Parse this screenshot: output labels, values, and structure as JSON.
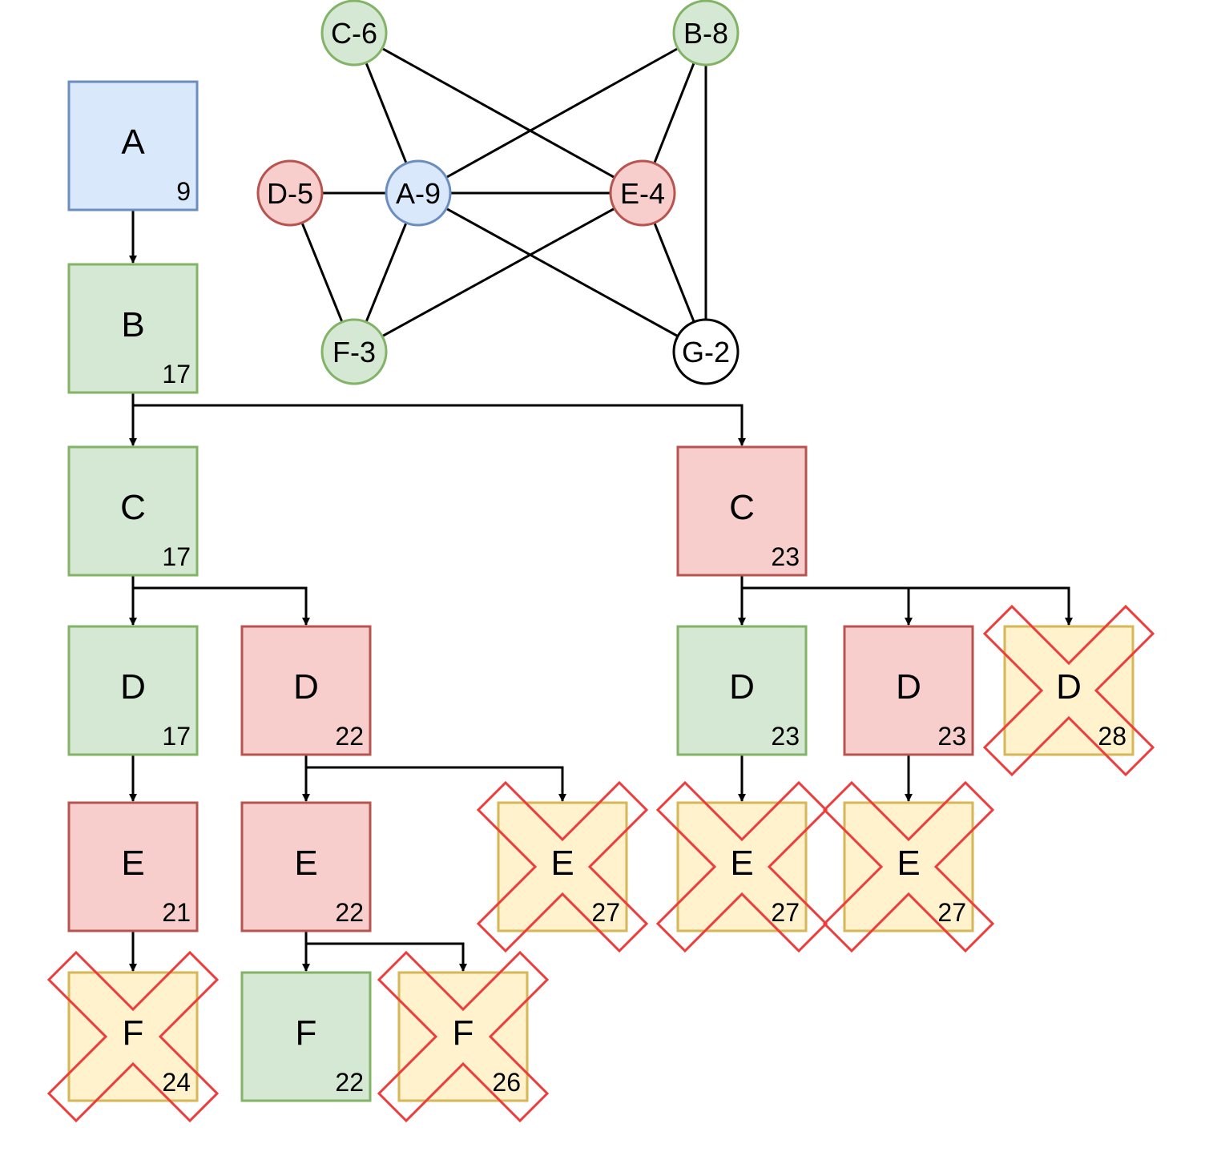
{
  "colors": {
    "blue_fill": "#dae8fc",
    "blue_stroke": "#6c8ebf",
    "green_fill": "#d5e8d4",
    "green_stroke": "#82b366",
    "red_fill": "#f8cecc",
    "red_stroke": "#b85450",
    "yellow_fill": "#fff2cc",
    "yellow_stroke": "#d6b656",
    "white_fill": "#ffffff",
    "black_stroke": "#000000",
    "cross": "#ee3b3b"
  },
  "graph": {
    "nodes": [
      {
        "id": "C6",
        "label": "C-6",
        "color": "green"
      },
      {
        "id": "B8",
        "label": "B-8",
        "color": "green"
      },
      {
        "id": "D5",
        "label": "D-5",
        "color": "red"
      },
      {
        "id": "A9",
        "label": "A-9",
        "color": "blue"
      },
      {
        "id": "E4",
        "label": "E-4",
        "color": "red"
      },
      {
        "id": "F3",
        "label": "F-3",
        "color": "green"
      },
      {
        "id": "G2",
        "label": "G-2",
        "color": "white"
      }
    ],
    "edges": [
      [
        "C6",
        "A9"
      ],
      [
        "C6",
        "E4"
      ],
      [
        "B8",
        "A9"
      ],
      [
        "B8",
        "E4"
      ],
      [
        "B8",
        "G2"
      ],
      [
        "D5",
        "A9"
      ],
      [
        "D5",
        "F3"
      ],
      [
        "A9",
        "E4"
      ],
      [
        "A9",
        "F3"
      ],
      [
        "A9",
        "G2"
      ],
      [
        "E4",
        "F3"
      ],
      [
        "E4",
        "G2"
      ]
    ]
  },
  "tree": {
    "nodes": [
      {
        "id": "A",
        "letter": "A",
        "cost": "9",
        "color": "blue",
        "pruned": false
      },
      {
        "id": "B",
        "letter": "B",
        "cost": "17",
        "color": "green",
        "pruned": false
      },
      {
        "id": "C1",
        "letter": "C",
        "cost": "17",
        "color": "green",
        "pruned": false
      },
      {
        "id": "C2",
        "letter": "C",
        "cost": "23",
        "color": "red",
        "pruned": false
      },
      {
        "id": "D1",
        "letter": "D",
        "cost": "17",
        "color": "green",
        "pruned": false
      },
      {
        "id": "D2",
        "letter": "D",
        "cost": "22",
        "color": "red",
        "pruned": false
      },
      {
        "id": "D3",
        "letter": "D",
        "cost": "23",
        "color": "green",
        "pruned": false
      },
      {
        "id": "D4",
        "letter": "D",
        "cost": "23",
        "color": "red",
        "pruned": false
      },
      {
        "id": "D5",
        "letter": "D",
        "cost": "28",
        "color": "yellow",
        "pruned": true
      },
      {
        "id": "E1",
        "letter": "E",
        "cost": "21",
        "color": "red",
        "pruned": false
      },
      {
        "id": "E2",
        "letter": "E",
        "cost": "22",
        "color": "red",
        "pruned": false
      },
      {
        "id": "E3",
        "letter": "E",
        "cost": "27",
        "color": "yellow",
        "pruned": true
      },
      {
        "id": "E4",
        "letter": "E",
        "cost": "27",
        "color": "yellow",
        "pruned": true
      },
      {
        "id": "E5",
        "letter": "E",
        "cost": "27",
        "color": "yellow",
        "pruned": true
      },
      {
        "id": "F1",
        "letter": "F",
        "cost": "24",
        "color": "yellow",
        "pruned": true
      },
      {
        "id": "F2",
        "letter": "F",
        "cost": "22",
        "color": "green",
        "pruned": false
      },
      {
        "id": "F3",
        "letter": "F",
        "cost": "26",
        "color": "yellow",
        "pruned": true
      }
    ],
    "links": [
      {
        "from": "A",
        "to": [
          "B"
        ]
      },
      {
        "from": "B",
        "to": [
          "C1",
          "C2"
        ]
      },
      {
        "from": "C1",
        "to": [
          "D1",
          "D2"
        ]
      },
      {
        "from": "C2",
        "to": [
          "D3",
          "D4",
          "D5"
        ]
      },
      {
        "from": "D1",
        "to": [
          "E1"
        ]
      },
      {
        "from": "D2",
        "to": [
          "E2",
          "E3"
        ]
      },
      {
        "from": "D3",
        "to": [
          "E4"
        ]
      },
      {
        "from": "D4",
        "to": [
          "E5"
        ]
      },
      {
        "from": "E1",
        "to": [
          "F1"
        ]
      },
      {
        "from": "E2",
        "to": [
          "F2",
          "F3"
        ]
      }
    ]
  }
}
